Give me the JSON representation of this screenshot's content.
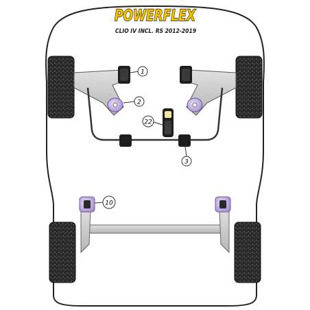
{
  "brand": {
    "logo_text": "POWERFLEX",
    "model_text": "CLIO IV INCL. RS 2012-2019"
  },
  "callouts": [
    {
      "id": "1",
      "label": "1"
    },
    {
      "id": "2",
      "label": "2"
    },
    {
      "id": "22",
      "label": "22"
    },
    {
      "id": "3",
      "label": "3"
    },
    {
      "id": "10",
      "label": "10"
    }
  ],
  "colors": {
    "logo_fill": "#f2c200",
    "logo_outline": "#1a1a1a",
    "chassis_outline": "#222222",
    "tyre": "#2a2a2a",
    "arm": "#c9c9c9",
    "bush_purple": "#b9a6d9",
    "bush_dark": "#1e1e1e"
  }
}
